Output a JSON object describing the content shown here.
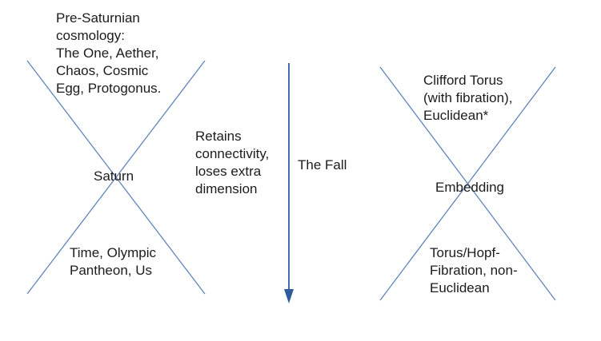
{
  "colors": {
    "line": "#6185b8",
    "arrow": "#2e5b9e",
    "text": "#1c1c1c",
    "background": "#ffffff"
  },
  "left_cone": {
    "top_label": "Pre-Saturnian\ncosmology:\nThe One, Aether,\nChaos, Cosmic\nEgg, Protogonus.",
    "center_label": "Saturn",
    "bottom_label": "Time, Olympic\nPantheon, Us"
  },
  "transition": {
    "description": "Retains\nconnectivity,\nloses extra\ndimension",
    "arrow_label": "The Fall"
  },
  "right_cone": {
    "top_label": "Clifford Torus\n(with fibration),\nEuclidean*",
    "center_label": "Embedding",
    "bottom_label": "Torus/Hopf-\nFibration, non-\nEuclidean"
  }
}
